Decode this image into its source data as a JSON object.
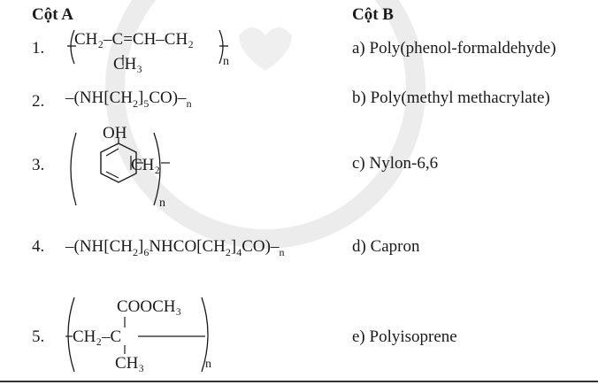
{
  "headers": {
    "col_a": "Cột A",
    "col_b": "Cột B"
  },
  "col_a": [
    {
      "num": "1.",
      "formula": "-(CH2-C=CH-CH2)n with CH3 branch"
    },
    {
      "num": "2.",
      "formula": "-(NH[CH2]5CO)n"
    },
    {
      "num": "3.",
      "formula": "phenol ring with OH and -CH2- repeat unit, n"
    },
    {
      "num": "4.",
      "formula": "-(NH[CH2]6NHCO[CH2]4CO)n"
    },
    {
      "num": "5.",
      "formula": "-(CH2-C(COOCH3)(CH3))n"
    }
  ],
  "col_b": [
    "a) Poly(phenol-formaldehyde)",
    "b) Poly(methyl methacrylate)",
    "c) Nylon-6,6",
    "d) Capron",
    "e) Polyisoprene"
  ],
  "formula_text": {
    "f1_main": "CH₂–C=CH–CH₂",
    "f1_branch": "CH₃",
    "f2_a": "NH[CH",
    "f2_b": "]",
    "f2_c": "CO",
    "f3_oh": "OH",
    "f3_ch2": "CH₂",
    "f4_a": "NH[CH",
    "f4_b": "]",
    "f4_c": "NHCO[CH",
    "f4_d": "]",
    "f4_e": "CO",
    "f5_top": "COOCH₃",
    "f5_main": "CH₂–C",
    "f5_bot": "CH₃",
    "sub_2": "2",
    "sub_4": "4",
    "sub_5": "5",
    "sub_6": "6",
    "n": "n"
  }
}
